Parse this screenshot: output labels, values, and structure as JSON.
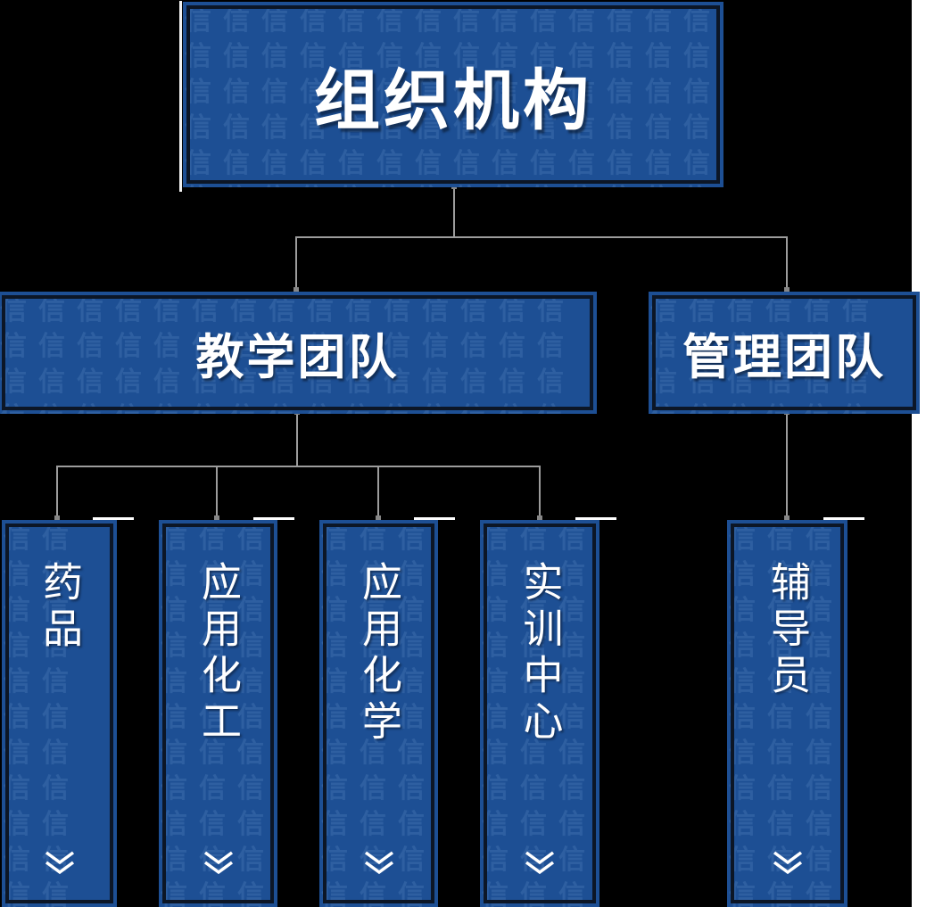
{
  "page": {
    "title": "组织机构"
  },
  "theme": {
    "background": "#000000",
    "box_blue": "#1d4f94",
    "box_border_dark": "#0c1626",
    "pattern_glyph": "信",
    "connector_gray": "#9c9c9c",
    "text_color": "#ffffff",
    "page_edge_white": "#ffffff"
  },
  "org_chart": {
    "root": {
      "label": "组织机构"
    },
    "teams": [
      {
        "label": "教学团队"
      },
      {
        "label": "管理团队"
      }
    ],
    "teaching_children": [
      {
        "label": "药品"
      },
      {
        "label": "应用化工"
      },
      {
        "label": "应用化学"
      },
      {
        "label": "实训中心"
      }
    ],
    "management_children": [
      {
        "label": "辅导员"
      }
    ],
    "expand_icon": "double-chevron-down"
  }
}
